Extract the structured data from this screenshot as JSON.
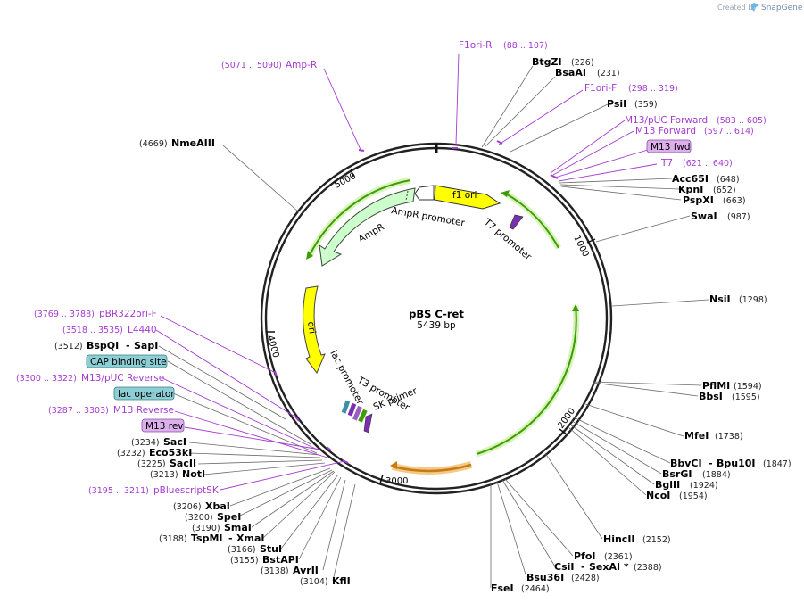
{
  "header": {
    "created_by": "Created by",
    "brand": "SnapGene"
  },
  "plasmid": {
    "name": "pBS C-ret",
    "size": "5439 bp"
  },
  "ticks": [
    "1000",
    "2000",
    "3000",
    "4000",
    "5000"
  ],
  "features": {
    "f1_ori": "f1 ori",
    "t7_promoter": "T7 promoter",
    "ampr_promoter": "AmpR promoter",
    "ampr": "AmpR",
    "ori": "ori",
    "lac_promoter": "lac promoter",
    "t3_promoter": "T3 promoter",
    "sk_primer": "SK primer"
  },
  "boxed": {
    "m13_fwd": "M13 fwd",
    "cap_binding_site": "CAP binding site",
    "lac_operator": "lac operator",
    "m13_rev": "M13 rev"
  },
  "primers": [
    {
      "name": "F1ori-R",
      "pos": "(88 .. 107)"
    },
    {
      "name": "F1ori-F",
      "pos": "(298 .. 319)"
    },
    {
      "name": "M13/pUC Forward",
      "pos": "(583 .. 605)"
    },
    {
      "name": "M13 Forward",
      "pos": "(597 .. 614)"
    },
    {
      "name": "T7",
      "pos": "(621 .. 640)"
    },
    {
      "name": "Amp-R",
      "pos": "(5071 .. 5090)"
    },
    {
      "name": "pBR322ori-F",
      "pos": "(3769 .. 3788)"
    },
    {
      "name": "L4440",
      "pos": "(3518 .. 3535)"
    },
    {
      "name": "M13/pUC Reverse",
      "pos": "(3300 .. 3322)"
    },
    {
      "name": "M13 Reverse",
      "pos": "(3287 .. 3303)"
    },
    {
      "name": "pBluescriptSK",
      "pos": "(3195 .. 3211)"
    }
  ],
  "enzymes": [
    {
      "name": "BtgZI",
      "pos": "(226)"
    },
    {
      "name": "BsaAI",
      "pos": "(231)"
    },
    {
      "name": "PsiI",
      "pos": "(359)"
    },
    {
      "name": "Acc65I",
      "pos": "(648)"
    },
    {
      "name": "KpnI",
      "pos": "(652)"
    },
    {
      "name": "PspXI",
      "pos": "(663)"
    },
    {
      "name": "SwaI",
      "pos": "(987)"
    },
    {
      "name": "NsiI",
      "pos": "(1298)"
    },
    {
      "name": "PflMI",
      "pos": "(1594)"
    },
    {
      "name": "BbsI",
      "pos": "(1595)"
    },
    {
      "name": "MfeI",
      "pos": "(1738)"
    },
    {
      "name": "BbvCI",
      "name2": "Bpu10I",
      "pos": "(1847)"
    },
    {
      "name": "BsrGI",
      "pos": "(1884)"
    },
    {
      "name": "BglII",
      "pos": "(1924)"
    },
    {
      "name": "NcoI",
      "pos": "(1954)"
    },
    {
      "name": "HincII",
      "pos": "(2152)"
    },
    {
      "name": "PfoI",
      "pos": "(2361)"
    },
    {
      "name": "CsiI",
      "name2": "SexAI *",
      "pos": "(2388)"
    },
    {
      "name": "Bsu36I",
      "pos": "(2428)"
    },
    {
      "name": "FseI",
      "pos": "(2464)"
    },
    {
      "name": "NmeAIII",
      "pos": "(4669)"
    },
    {
      "name": "BspQI",
      "name2": "SapI",
      "pos": "(3512)"
    },
    {
      "name": "SacI",
      "pos": "(3234)"
    },
    {
      "name": "Eco53kI",
      "pos": "(3232)"
    },
    {
      "name": "SacII",
      "pos": "(3225)"
    },
    {
      "name": "NotI",
      "pos": "(3213)"
    },
    {
      "name": "XbaI",
      "pos": "(3206)"
    },
    {
      "name": "SpeI",
      "pos": "(3200)"
    },
    {
      "name": "SmaI",
      "pos": "(3190)"
    },
    {
      "name": "TspMI",
      "name2": "XmaI",
      "pos": "(3188)"
    },
    {
      "name": "StuI",
      "pos": "(3166)"
    },
    {
      "name": "BstAPI",
      "pos": "(3155)"
    },
    {
      "name": "AvrII",
      "pos": "(3138)"
    },
    {
      "name": "KflI",
      "pos": "(3104)"
    }
  ],
  "colors": {
    "primer": "#a43bd0",
    "f1_ori": "#ffff00",
    "ampr": "#ccffcc",
    "green_outline": "#3e9b0a",
    "cds_glow": "#c8f0a0",
    "orange": "#f0a030",
    "cap": "#8ecfd6",
    "m13_box": "#dcb0ea"
  }
}
